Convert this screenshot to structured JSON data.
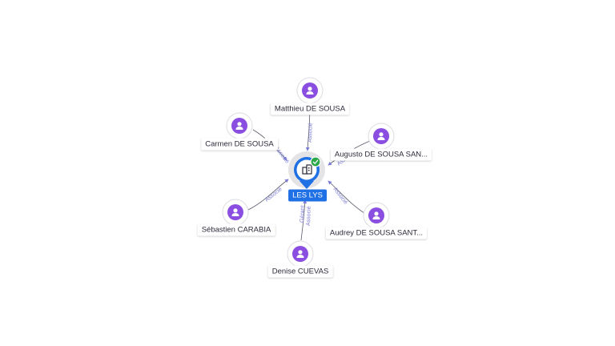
{
  "colors": {
    "edge": "#5a5a6a",
    "edge_label": "#7b7bd6",
    "person_fill": "#8a4fe0",
    "company_blue": "#1f6fe5",
    "check_green": "#2aa84a"
  },
  "center": {
    "name": "LES LYS",
    "icon": "building-icon",
    "status_icon": "check-badge-icon"
  },
  "nodes": [
    {
      "id": "matthieu",
      "name": "Matthieu DE SOUSA",
      "relation": "Associé",
      "icon": "person-icon"
    },
    {
      "id": "carmen",
      "name": "Carmen DE SOUSA",
      "relation": "Associé",
      "icon": "person-icon"
    },
    {
      "id": "augusto",
      "name": "Augusto DE SOUSA SAN...",
      "relation": "Associé",
      "icon": "person-icon"
    },
    {
      "id": "sebastien",
      "name": "Sébastien CARABIA",
      "relation": "Associé",
      "icon": "person-icon"
    },
    {
      "id": "audrey",
      "name": "Audrey DE SOUSA SANT...",
      "relation": "Associé",
      "icon": "person-icon"
    },
    {
      "id": "denise",
      "name": "Denise CUEVAS",
      "relation": "Gérant Associé",
      "relation_lines": [
        "Gérant",
        "Associé"
      ],
      "icon": "person-icon"
    }
  ]
}
